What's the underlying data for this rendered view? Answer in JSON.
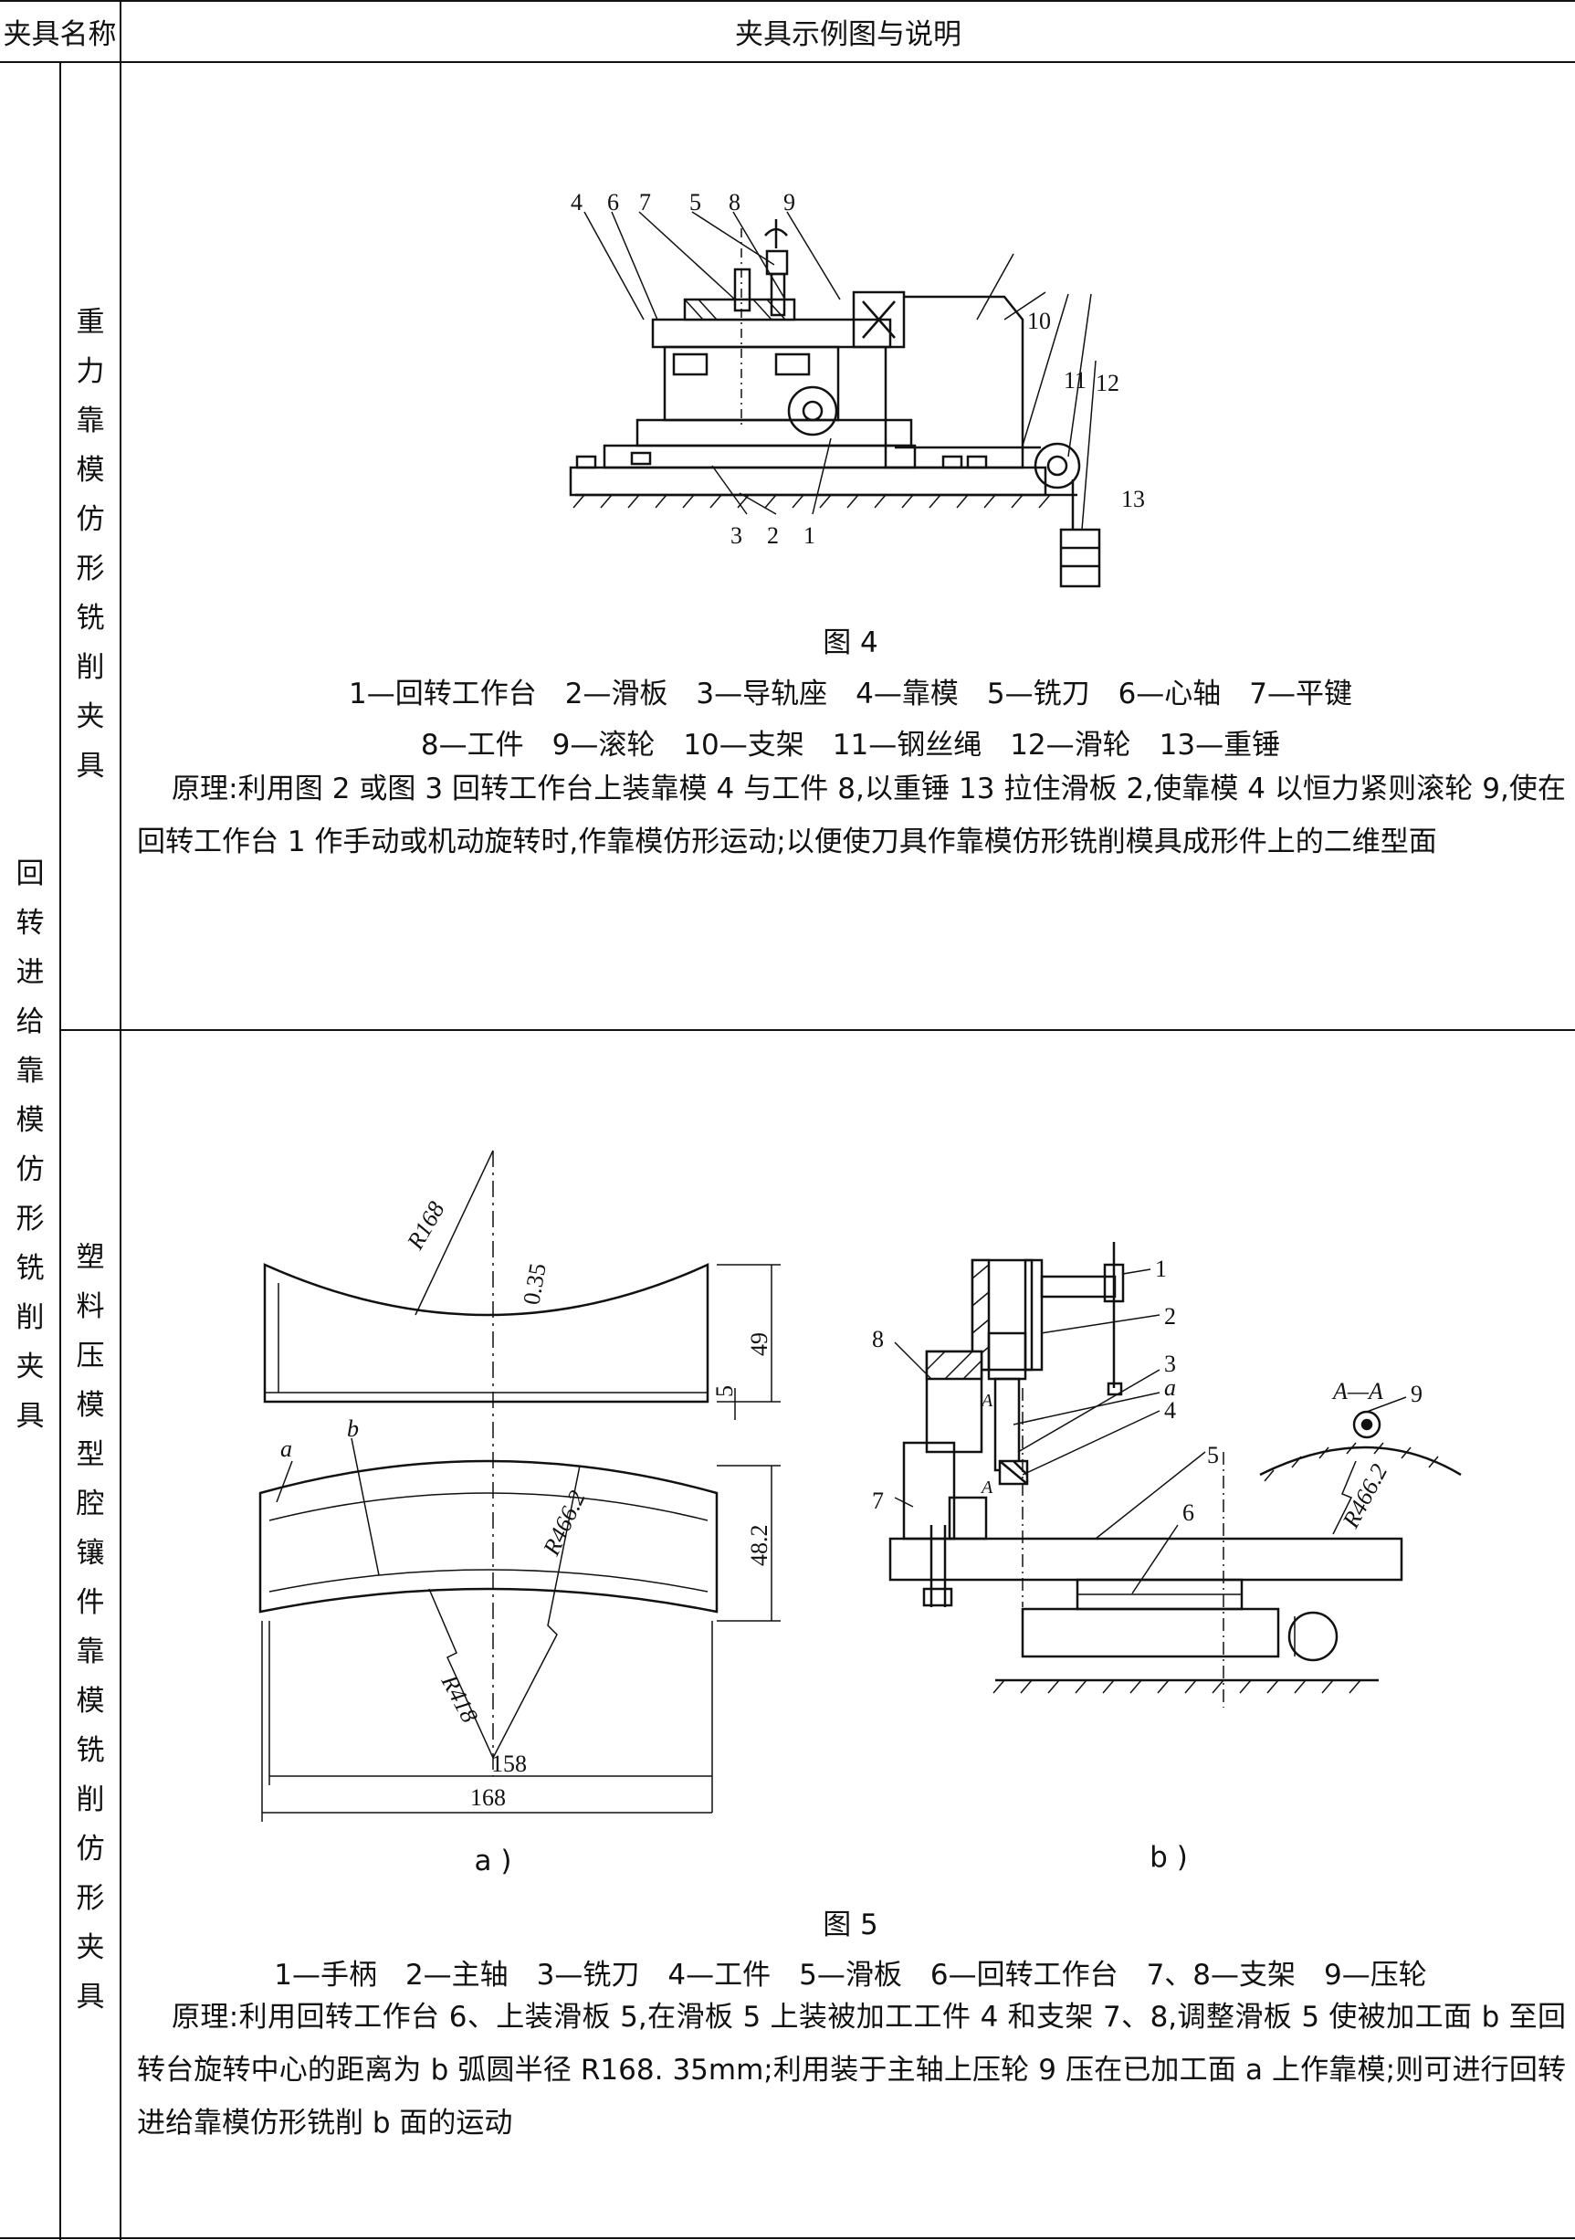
{
  "header": {
    "col1": "夹具名称",
    "col2": "夹具示例图与说明"
  },
  "group_label": [
    "回",
    "转",
    "进",
    "给",
    "靠",
    "模",
    "仿",
    "形",
    "铣",
    "削",
    "夹",
    "具"
  ],
  "section1": {
    "name_chars": [
      "重",
      "力",
      "靠",
      "模",
      "仿",
      "形",
      "铣",
      "削",
      "夹",
      "具"
    ],
    "figure_title": "图 4",
    "figure_callouts": [
      "1",
      "2",
      "3",
      "4",
      "5",
      "6",
      "7",
      "8",
      "9",
      "10",
      "11",
      "12",
      "13"
    ],
    "legend_line1": "1—回转工作台　2—滑板　3—导轨座　4—靠模　5—铣刀　6—心轴　7—平键",
    "legend_line2": "8—工件　9—滚轮　10—支架　11—钢丝绳　12—滑轮　13—重锤",
    "principle": "原理:利用图 2 或图 3 回转工作台上装靠模 4 与工件 8,以重锤 13 拉住滑板 2,使靠模 4 以恒力紧则滚轮 9,使在回转工作台 1 作手动或机动旋转时,作靠模仿形运动;以便使刀具作靠模仿形铣削模具成形件上的二维型面"
  },
  "section2": {
    "name_chars": [
      "塑",
      "料",
      "压",
      "模",
      "型",
      "腔",
      "镶",
      "件",
      "靠",
      "模",
      "铣",
      "削",
      "仿",
      "形",
      "夹",
      "具"
    ],
    "sub_a_label": "a )",
    "sub_b_label": "b )",
    "figure_title": "图 5",
    "dims_a": {
      "r168": "R168",
      "thick": "0.35",
      "h49": "49",
      "h5": "5",
      "label_a": "a",
      "label_b": "b",
      "r466": "R466.2",
      "h48": "48.2",
      "r418": "R418",
      "w158": "158",
      "w168": "168"
    },
    "callouts_b": [
      "1",
      "2",
      "3",
      "a",
      "4",
      "8",
      "7",
      "5",
      "6",
      "9"
    ],
    "section_label": "A—A",
    "section_r": "R466.2",
    "section_a_marks": [
      "A",
      "A"
    ],
    "legend": "1—手柄　2—主轴　3—铣刀　4—工件　5—滑板　6—回转工作台　7、8—支架　9—压轮",
    "principle": "原理:利用回转工作台 6、上装滑板 5,在滑板 5 上装被加工工件 4 和支架 7、8,调整滑板 5 使被加工面 b 至回转台旋转中心的距离为 b 弧圆半径 R168. 35mm;利用装于主轴上压轮 9 压在已加工面 a 上作靠模;则可进行回转进给靠模仿形铣削 b 面的运动"
  },
  "colors": {
    "ink": "#111111",
    "paper": "#ffffff"
  }
}
